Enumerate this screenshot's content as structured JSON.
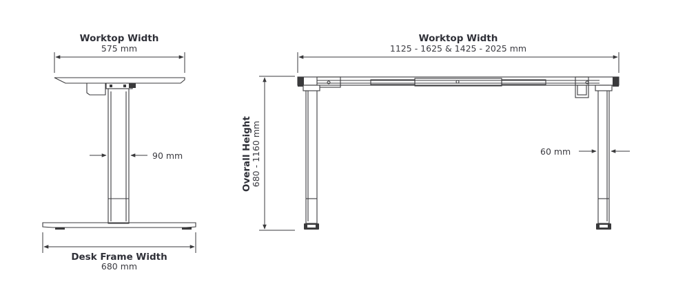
{
  "side_view": {
    "worktop_title": "Worktop Width",
    "worktop_value": "575 mm",
    "leg_width_value": "90 mm",
    "frame_title": "Desk Frame Width",
    "frame_value": "680 mm"
  },
  "front_view": {
    "worktop_title": "Worktop Width",
    "worktop_value": "1125 - 1625 & 1425 - 2025 mm",
    "height_title": "Overall Height",
    "height_value": "680 - 1160 mm",
    "leg_width_value": "60 mm"
  },
  "colors": {
    "ink": "#3a3a3c",
    "text": "#2f3038",
    "background": "#ffffff"
  }
}
